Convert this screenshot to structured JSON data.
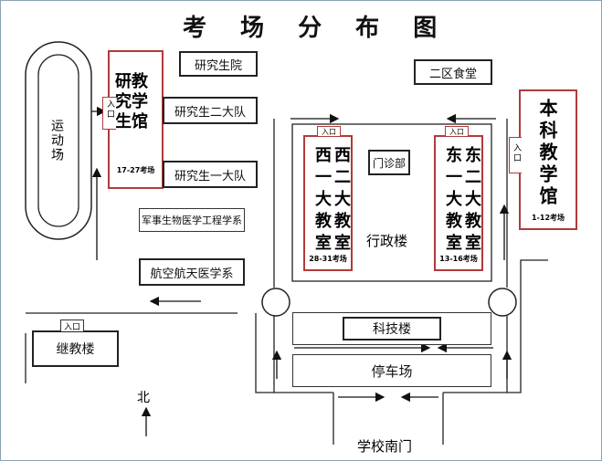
{
  "title": "考 场 分 布 图",
  "buildings": {
    "yanjiu_shengyuan": "研究生院",
    "erqu_shitang": "二区食堂",
    "yanjiusheng_erdadui": "研究生二大队",
    "yanjiusheng_yidadui": "研究生一大队",
    "junshi": "军事生物医学工程学系",
    "hangkong": "航空航天医学系",
    "yundongchang": "运动场",
    "jijiaolou": "继教楼",
    "menzhenbu": "门诊部",
    "xingzhenglou": "行政楼",
    "kejilou": "科技楼",
    "tingchechang": "停车场",
    "south_gate": "学校南门",
    "north": "北"
  },
  "exam_halls": {
    "yanjiusheng": {
      "name": "研教\n究学\n生馆",
      "col1": "研究生",
      "col2": "教学馆",
      "rooms": "17-27考场",
      "entrance": "入口"
    },
    "xi": {
      "col1": "西一大教室",
      "col2": "西二大教室",
      "rooms": "28-31考场",
      "entrance": "入口"
    },
    "dong": {
      "col1": "东一大教室",
      "col2": "东二大教室",
      "rooms": "13-16考场",
      "entrance": "入口"
    },
    "benke": {
      "name": "本科教学馆",
      "rooms": "1-12考场",
      "entrance": "入口"
    },
    "jijiao_entrance": "入口"
  },
  "colors": {
    "hall_border": "#b13a3a",
    "line": "#222222",
    "frame": "#8aa3b5"
  }
}
